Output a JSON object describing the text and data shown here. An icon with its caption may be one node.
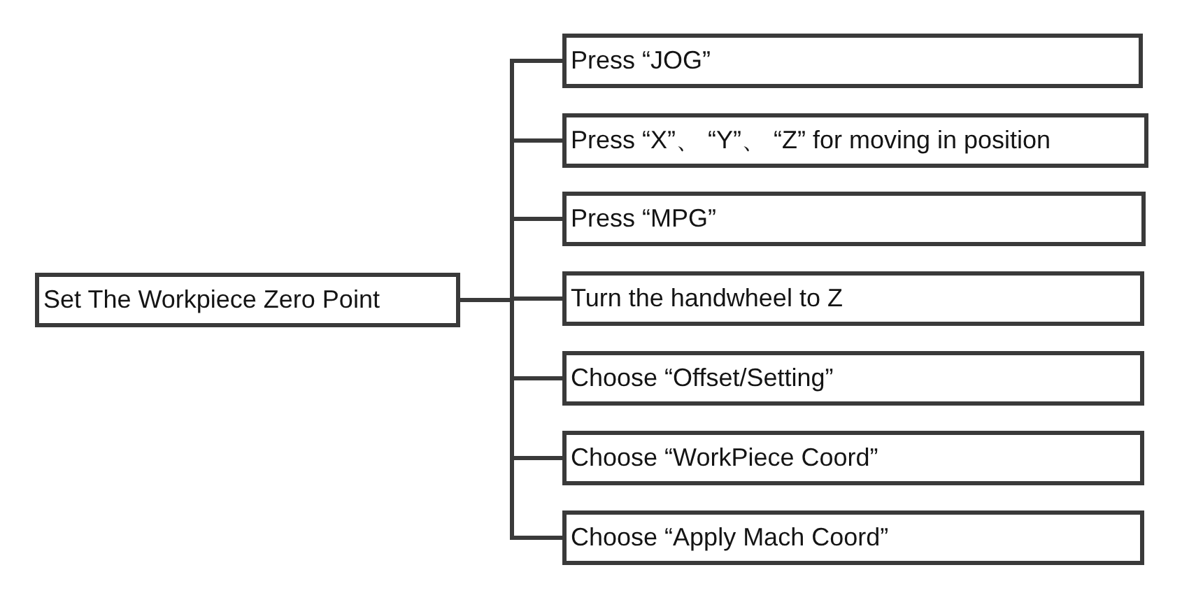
{
  "diagram": {
    "nodes": [
      {
        "text": [
          "Set The Workpiece Zero Point"
        ]
      },
      {
        "text": [
          "Press “JOG”"
        ]
      },
      {
        "text": [
          "Press “X”、 “Y”、 “Z” for moving in position"
        ]
      },
      {
        "text": [
          "Press “MPG”"
        ]
      },
      {
        "text": [
          "Turn the handwheel to Z"
        ]
      },
      {
        "text": [
          "Choose “Offset/Setting”"
        ]
      },
      {
        "text": [
          "Choose “WorkPiece Coord”"
        ]
      },
      {
        "text": [
          "Choose “Apply Mach Coord”"
        ]
      }
    ],
    "edges": [
      {
        "from": 0,
        "to": 1,
        "arrow": "none"
      },
      {
        "from": 0,
        "to": 2,
        "arrow": "none"
      },
      {
        "from": 0,
        "to": 3,
        "arrow": "none"
      },
      {
        "from": 0,
        "to": 4,
        "arrow": "none"
      },
      {
        "from": 0,
        "to": 5,
        "arrow": "none"
      },
      {
        "from": 0,
        "to": 6,
        "arrow": "none"
      },
      {
        "from": 0,
        "to": 7,
        "arrow": "none"
      }
    ]
  }
}
